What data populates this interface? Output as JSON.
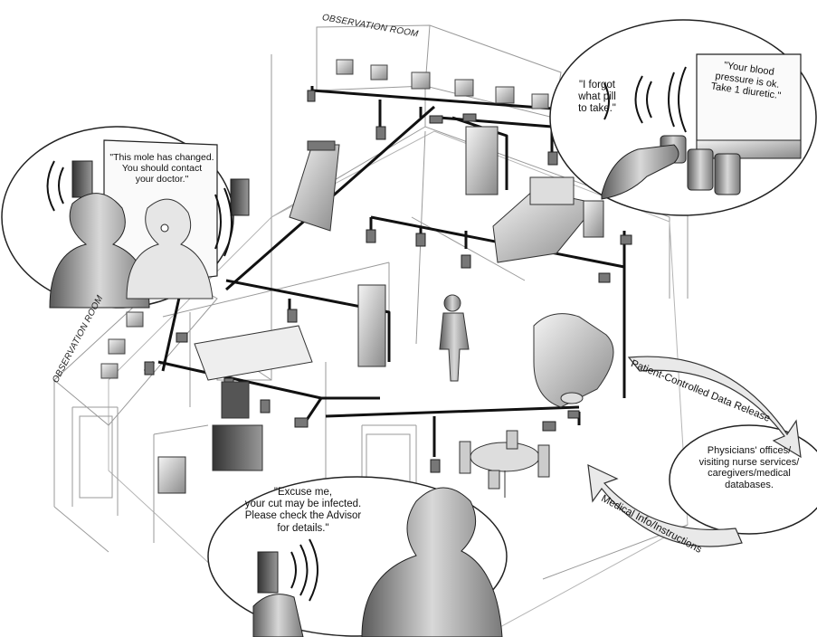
{
  "labels": {
    "observation_top": "OBSERVATION ROOM",
    "observation_left": "OBSERVATION ROOM"
  },
  "callouts": {
    "mole": [
      "\"This mole has changed.",
      "You should contact",
      "your doctor.\""
    ],
    "pill_question": [
      "\"I forgot",
      "what pill",
      "to take.\""
    ],
    "blood_pressure": [
      "\"Your blood",
      "pressure is ok.",
      "Take 1 diuretic.\""
    ],
    "cut": [
      "\"Excuse me,",
      "your cut may be infected.",
      "Please check the Advisor",
      "for details.\""
    ]
  },
  "data_flow": {
    "outgoing": "Patient-Controlled Data Release",
    "incoming": "Medical Info/Instructions",
    "destination": [
      "Physicians' offices/",
      "visiting nurse services/",
      "caregivers/medical",
      "databases."
    ]
  }
}
